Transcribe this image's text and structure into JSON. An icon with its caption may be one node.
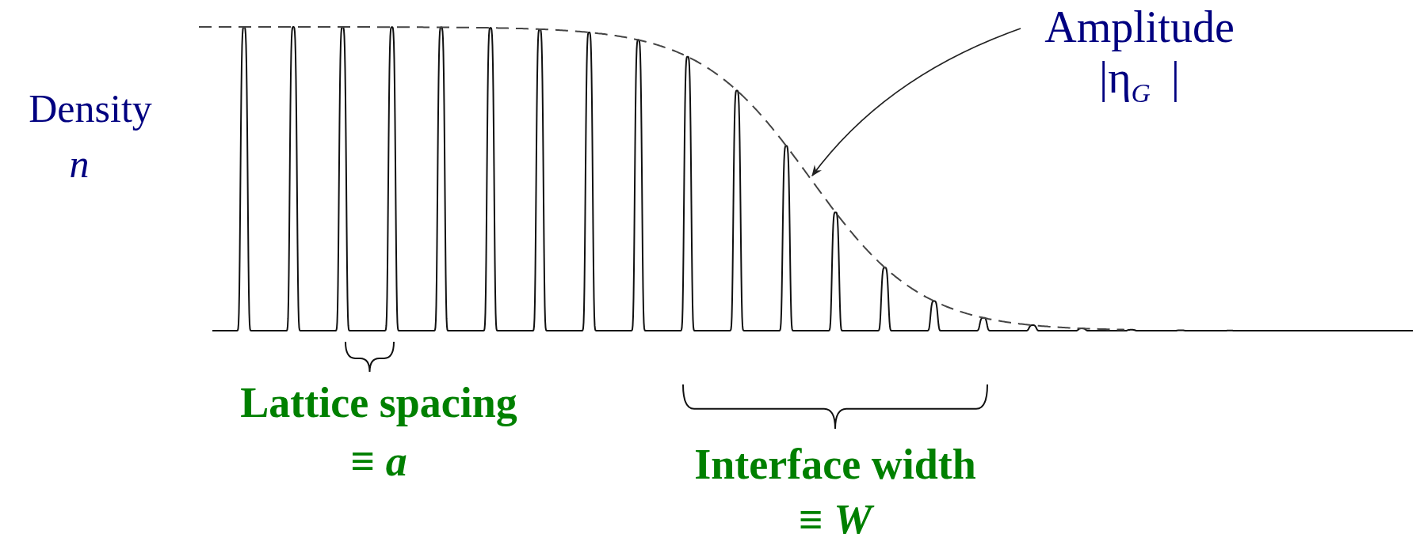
{
  "diagram": {
    "nodes": [
      {
        "text": [
          "Amplitude",
          "|η$_{G⃗}$|"
        ]
      },
      {
        "text": [],
        "shape": "curve"
      }
    ],
    "edges": [
      {
        "from": 0,
        "to": 1,
        "arrow": "to"
      }
    ],
    "labels": [
      "Density",
      "n",
      "Lattice spacing",
      "≡ *a*",
      "Interface width",
      "≡ *W*"
    ]
  }
}
